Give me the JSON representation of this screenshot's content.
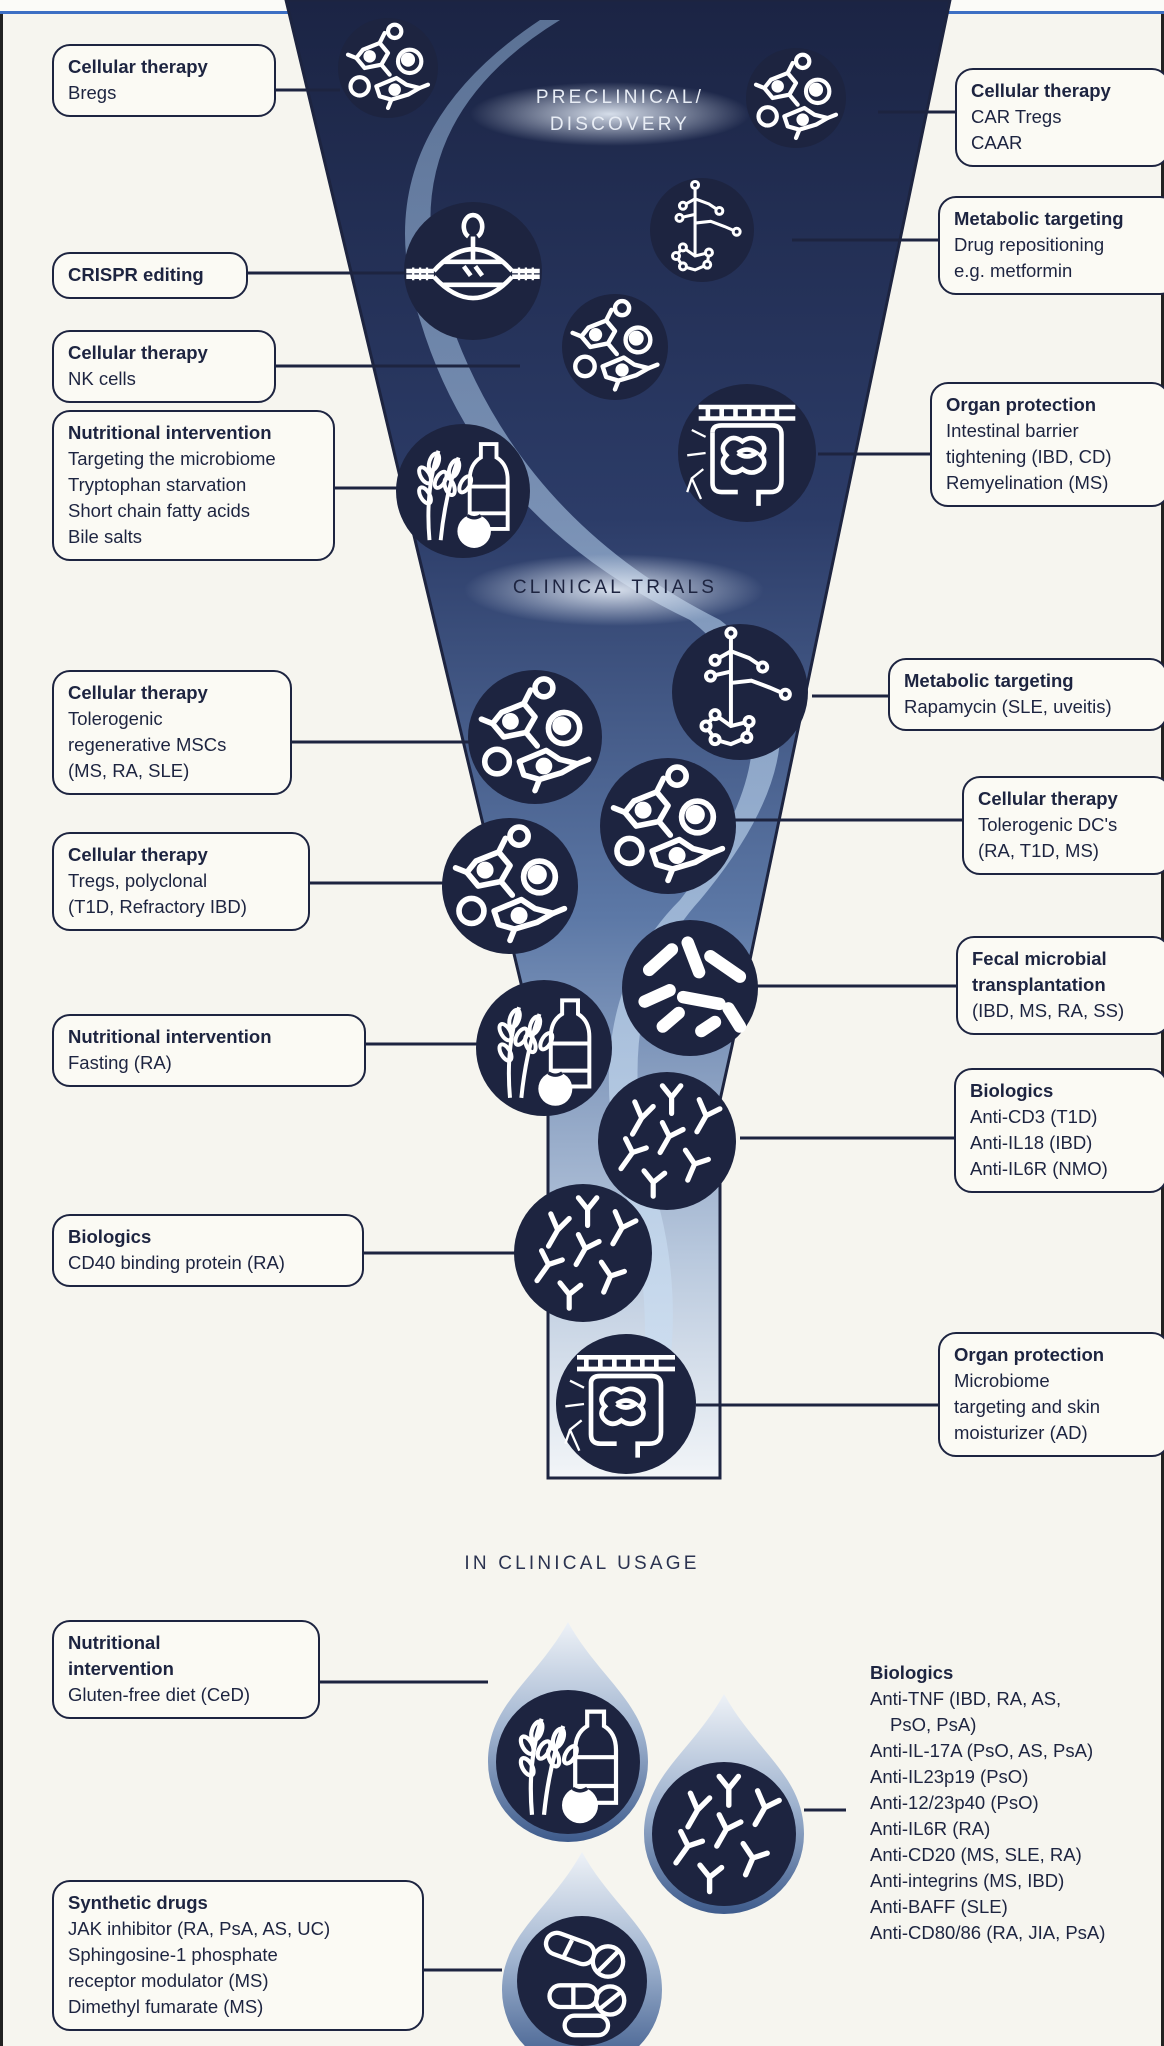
{
  "stages": {
    "preclinical": "PRECLINICAL/\nDISCOVERY",
    "clinical_trials": "CLINICAL TRIALS",
    "clinical_usage": "IN CLINICAL USAGE"
  },
  "icons": [
    "cells-icon",
    "crispr-icon",
    "metabolic-network-icon",
    "intestine-icon",
    "nutrition-icon",
    "bacteria-icon",
    "antibodies-icon",
    "pills-icon"
  ],
  "colors": {
    "navy": "#1d2440",
    "funnel_light": "#e9eef5",
    "background": "#f6f5ef"
  },
  "labels": [
    {
      "title": "Cellular therapy",
      "lines": [
        "Bregs"
      ]
    },
    {
      "title": "Cellular therapy",
      "lines": [
        "CAR Tregs",
        "CAAR"
      ]
    },
    {
      "title": "Metabolic targeting",
      "lines": [
        "Drug repositioning",
        "e.g. metformin"
      ]
    },
    {
      "title": "CRISPR editing",
      "lines": []
    },
    {
      "title": "Cellular therapy",
      "lines": [
        "NK cells"
      ]
    },
    {
      "title": "Organ protection",
      "lines": [
        "Intestinal barrier",
        "tightening (IBD, CD)",
        "Remyelination (MS)"
      ]
    },
    {
      "title": "Nutritional intervention",
      "lines": [
        "Targeting the microbiome",
        "Tryptophan starvation",
        "Short chain fatty acids",
        "Bile salts"
      ]
    },
    {
      "title": "Metabolic targeting",
      "lines": [
        "Rapamycin (SLE, uveitis)"
      ]
    },
    {
      "title": "Cellular therapy",
      "lines": [
        "Tolerogenic",
        "regenerative MSCs",
        "(MS, RA, SLE)"
      ]
    },
    {
      "title": "Cellular therapy",
      "lines": [
        "Tolerogenic DC's",
        "(RA, T1D, MS)"
      ]
    },
    {
      "title": "Cellular therapy",
      "lines": [
        "Tregs, polyclonal",
        "(T1D, Refractory IBD)"
      ]
    },
    {
      "title": "Fecal microbial\ntransplantation",
      "lines": [
        "(IBD, MS, RA, SS)"
      ]
    },
    {
      "title": "Nutritional intervention",
      "lines": [
        "Fasting (RA)"
      ]
    },
    {
      "title": "Biologics",
      "lines": [
        "Anti-CD3 (T1D)",
        "Anti-IL18 (IBD)",
        "Anti-IL6R (NMO)"
      ]
    },
    {
      "title": "Biologics",
      "lines": [
        "CD40 binding protein (RA)"
      ]
    },
    {
      "title": "Organ protection",
      "lines": [
        "Microbiome",
        "targeting and skin",
        "moisturizer (AD)"
      ]
    },
    {
      "title": "Nutritional\nintervention",
      "lines": [
        "Gluten-free diet (CeD)"
      ]
    },
    {
      "title": "Biologics",
      "lines": [
        "Anti-TNF (IBD, RA, AS,",
        "PsO, PsA)",
        "Anti-IL-17A (PsO, AS, PsA)",
        "Anti-IL23p19 (PsO)",
        "Anti-12/23p40 (PsO)",
        "Anti-IL6R (RA)",
        "Anti-CD20 (MS, SLE, RA)",
        "Anti-integrins (MS, IBD)",
        "Anti-BAFF (SLE)",
        "Anti-CD80/86 (RA, JIA, PsA)"
      ]
    },
    {
      "title": "Synthetic drugs",
      "lines": [
        "JAK inhibitor (RA, PsA, AS, UC)",
        "Sphingosine-1 phosphate",
        "receptor modulator (MS)",
        "Dimethyl fumarate (MS)"
      ]
    }
  ]
}
